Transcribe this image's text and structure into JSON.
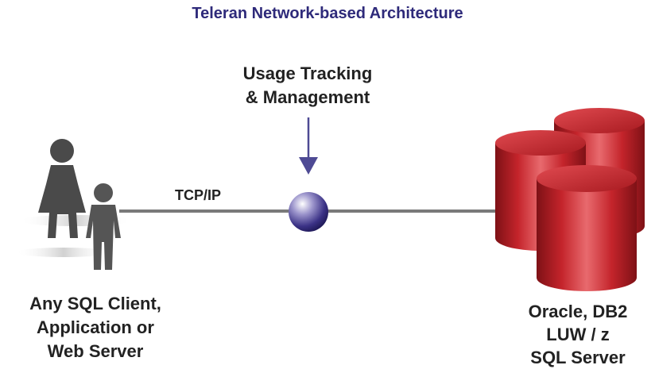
{
  "title": "Teleran Network-based Architecture",
  "usage_label_line1": "Usage Tracking",
  "usage_label_line2": "& Management",
  "link_label": "TCP/IP",
  "client_label": [
    "Any SQL Client,",
    "Application or",
    "Web Server"
  ],
  "server_label": [
    "Oracle, DB2",
    "LUW / z",
    "SQL Server"
  ],
  "colors": {
    "title": "#2e2a7a",
    "arrow": "#4e4a94",
    "line": "#7a7a7a",
    "node": "#3b3286",
    "database": "#c4242b",
    "person": "#4a4a4a"
  },
  "icons": [
    "person-icon",
    "node-sphere-icon",
    "database-icon"
  ]
}
